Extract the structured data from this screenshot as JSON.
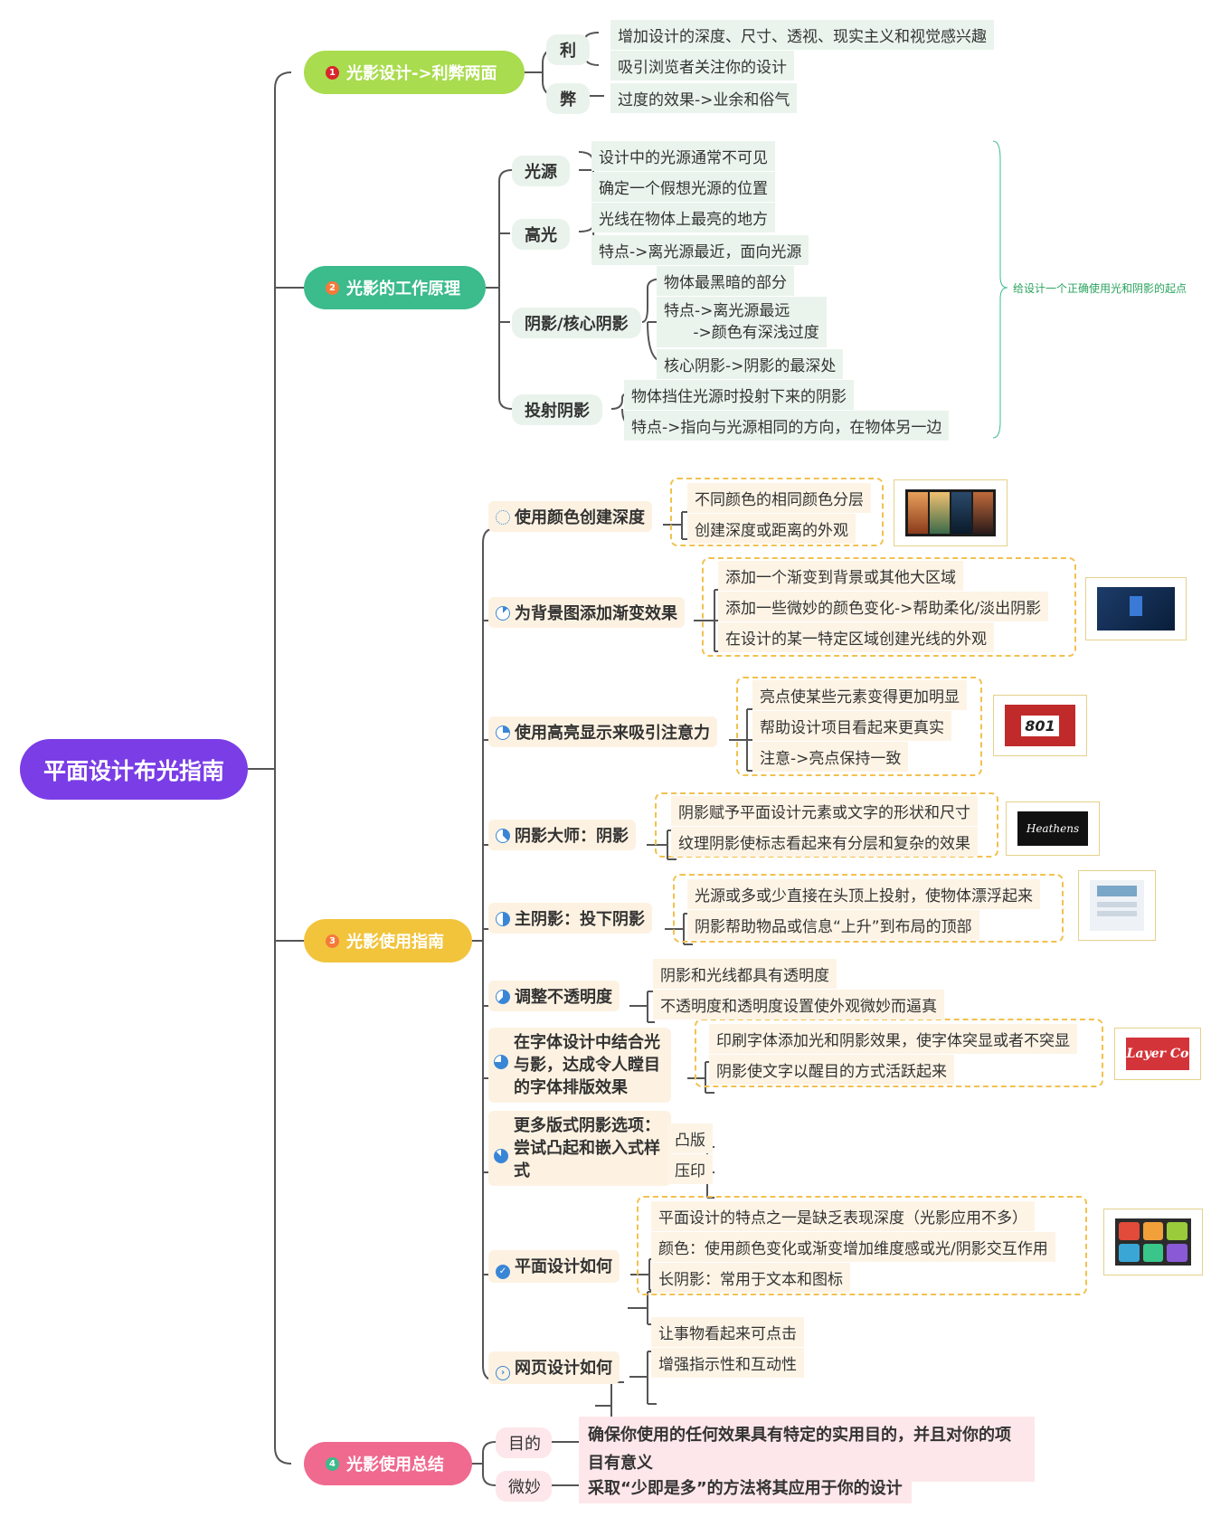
{
  "root": "平面设计布光指南",
  "colors": {
    "purple": "#7a3de6",
    "green_light": "#a9dc4e",
    "teal": "#3cbb8c",
    "yellow": "#f2c43c",
    "pink": "#f0698f"
  },
  "b1": {
    "num": "1",
    "title": "光影设计->利弊两面",
    "pros": {
      "label": "利",
      "items": [
        "增加设计的深度、尺寸、透视、现实主义和视觉感兴趣",
        "吸引浏览者关注你的设计"
      ]
    },
    "cons": {
      "label": "弊",
      "items": [
        "过度的效果->业余和俗气"
      ]
    }
  },
  "b2": {
    "num": "2",
    "title": "光影的工作原理",
    "light": {
      "label": "光源",
      "items": [
        "设计中的光源通常不可见",
        "确定一个假想光源的位置"
      ]
    },
    "highlight": {
      "label": "高光",
      "items": [
        "光线在物体上最亮的地方",
        "特点->离光源最近，面向光源"
      ]
    },
    "shadow": {
      "label": "阴影/核心阴影",
      "items": [
        "物体最黑暗的部分",
        "特点->离光源最远\n      ->颜色有深浅过度",
        "核心阴影->阴影的最深处"
      ]
    },
    "cast": {
      "label": "投射阴影",
      "items": [
        "物体挡住光源时投射下来的阴影",
        "特点->指向与光源相同的方向，在物体另一边"
      ]
    },
    "note": "给设计一个正确使用光和阴影的起点"
  },
  "b3": {
    "num": "3",
    "title": "光影使用指南",
    "items": [
      {
        "label": "使用颜色创建深度",
        "leaves": [
          "不同颜色的相同颜色分层",
          "创建深度或距离的外观"
        ],
        "thumb": "mountain-layers-image"
      },
      {
        "label": "为背景图添加渐变效果",
        "leaves": [
          "添加一个渐变到背景或其他大区域",
          "添加一些微妙的颜色变化->帮助柔化/淡出阴影",
          "在设计的某一特定区域创建光线的外观"
        ],
        "thumb": "gradient-web-image"
      },
      {
        "label": "使用高亮显示来吸引注意力",
        "leaves": [
          "亮点使某些元素变得更加明显",
          "帮助设计项目看起来更真实",
          "注意->亮点保持一致"
        ],
        "thumb": "801-box-image",
        "thumb_text": "801"
      },
      {
        "label": "阴影大师：阴影",
        "leaves": [
          "阴影赋予平面设计元素或文字的形状和尺寸",
          "纹理阴影使标志看起来有分层和复杂的效果"
        ],
        "thumb": "script-logo-image",
        "thumb_text": "Heathens"
      },
      {
        "label": "主阴影：投下阴影",
        "leaves": [
          "光源或多或少直接在头顶上投射，使物体漂浮起来",
          "阴影帮助物品或信息“上升”到布局的顶部"
        ],
        "thumb": "web-card-image"
      },
      {
        "label": "调整不透明度",
        "leaves": [
          "阴影和光线都具有透明度",
          "不透明度和透明度设置使外观微妙而逼真"
        ]
      },
      {
        "label": "在字体设计中结合光与影，达成令人瞠目的字体排版效果",
        "leaves": [
          "印刷字体添加光和阴影效果，使字体突显或者不突显",
          "阴影使文字以醒目的方式活跃起来"
        ],
        "thumb": "layer-type-image",
        "thumb_text": "Layer Co"
      },
      {
        "label": "更多版式阴影选项：尝试凸起和嵌入式样式",
        "leaves": [
          "凸版",
          "压印"
        ]
      },
      {
        "label": "平面设计如何",
        "leaves": [
          "平面设计的特点之一是缺乏表现深度（光影应用不多）",
          "颜色：使用颜色变化或渐变增加维度感或光/阴影交互作用",
          "长阴影：常用于文本和图标"
        ],
        "thumb": "flat-icons-image"
      },
      {
        "label": "网页设计如何",
        "leaves": [
          "让事物看起来可点击",
          "增强指示性和互动性"
        ]
      }
    ]
  },
  "b4": {
    "num": "4",
    "title": "光影使用总结",
    "purpose": {
      "label": "目的",
      "text": "确保你使用的任何效果具有特定的实用目的，并且对你的项目有意义"
    },
    "subtle": {
      "label": "微妙",
      "text": "采取“少即是多”的方法将其应用于你的设计"
    }
  }
}
